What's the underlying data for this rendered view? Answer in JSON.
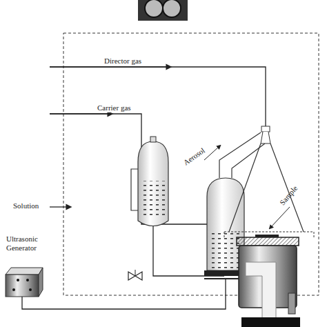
{
  "diagram": {
    "labels": [
      "Director gas",
      "Carrier gas",
      "Solution",
      "Ultrasonic Generator",
      "Aerosol",
      "Sample"
    ]
  }
}
